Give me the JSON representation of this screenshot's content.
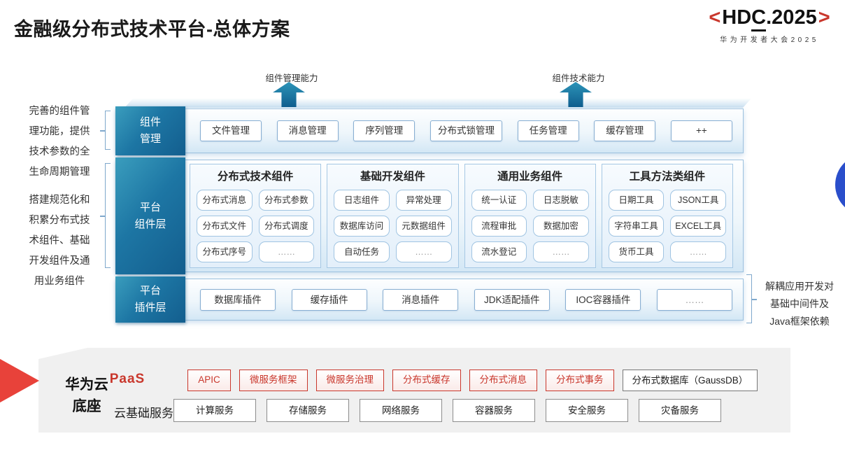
{
  "header": {
    "title": "金融级分布式技术平台-总体方案",
    "logo": {
      "left_bracket": "<",
      "hdc": "HD",
      "hdc_c": "C",
      "hdc_rest": ".2025",
      "right_bracket": ">",
      "subtitle": "华为开发者大会2025"
    }
  },
  "capability_arrows": {
    "left_label": "组件管理能力",
    "right_label": "组件技术能力"
  },
  "annotations": {
    "left_top": "完善的组件管\n理功能，提供\n技术参数的全\n生命周期管理",
    "left_middle": "搭建规范化和\n积累分布式技\n术组件、基础\n开发组件及通\n用业务组件",
    "right": "解耦应用开发对\n基础中间件及\nJava框架依赖"
  },
  "layers": {
    "management": {
      "label": "组件\n管理",
      "items": [
        "文件管理",
        "消息管理",
        "序列管理",
        "分布式锁管理",
        "任务管理",
        "缓存管理",
        "++"
      ]
    },
    "components": {
      "label": "平台\n组件层",
      "groups": [
        {
          "title": "分布式技术组件",
          "items": [
            "分布式消息",
            "分布式参数",
            "分布式文件",
            "分布式调度",
            "分布式序号",
            "……"
          ]
        },
        {
          "title": "基础开发组件",
          "items": [
            "日志组件",
            "异常处理",
            "数据库访问",
            "元数据组件",
            "自动任务",
            "……"
          ]
        },
        {
          "title": "通用业务组件",
          "items": [
            "统一认证",
            "日志脱敏",
            "流程审批",
            "数据加密",
            "流水登记",
            "……"
          ]
        },
        {
          "title": "工具方法类组件",
          "items": [
            "日期工具",
            "JSON工具",
            "字符串工具",
            "EXCEL工具",
            "货币工具",
            "……"
          ]
        }
      ]
    },
    "plugins": {
      "label": "平台\n插件层",
      "items": [
        "数据库插件",
        "缓存插件",
        "消息插件",
        "JDK适配插件",
        "IOC容器插件",
        "……"
      ]
    }
  },
  "foundation": {
    "label": "华为云\n底座",
    "paas": {
      "label": "PaaS",
      "red_items": [
        "APIC",
        "微服务框架",
        "微服务治理",
        "分布式缓存",
        "分布式消息",
        "分布式事务"
      ],
      "gray_item": "分布式数据库（GaussDB）"
    },
    "cloud": {
      "label": "云基础服务",
      "items": [
        "计算服务",
        "存储服务",
        "网络服务",
        "容器服务",
        "安全服务",
        "灾备服务"
      ]
    }
  },
  "colors": {
    "teal-dark": "#135e8e",
    "teal-light": "#3a9dbd",
    "red": "#c9372c",
    "arrow-red": "#e8423a",
    "blue-circle": "#2a4ecb",
    "panel-gray": "#f0f0f0"
  }
}
